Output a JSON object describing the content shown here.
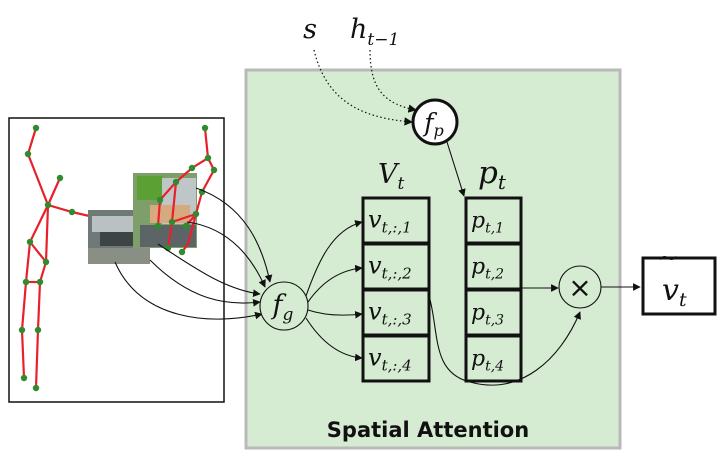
{
  "inputs": {
    "s": "s",
    "h_base": "h",
    "h_sub": "t−1"
  },
  "fp": {
    "base": "f",
    "sub": "p"
  },
  "fg": {
    "base": "f",
    "sub": "g"
  },
  "V_header": {
    "base": "V",
    "sub": "t"
  },
  "P_header": {
    "base": "p",
    "sub": "t"
  },
  "v_cells": [
    {
      "base": "v",
      "sub": "t,:,1"
    },
    {
      "base": "v",
      "sub": "t,:,2"
    },
    {
      "base": "v",
      "sub": "t,:,3"
    },
    {
      "base": "v",
      "sub": "t,:,4"
    }
  ],
  "p_cells": [
    {
      "base": "p",
      "sub": "t,1"
    },
    {
      "base": "p",
      "sub": "t,2"
    },
    {
      "base": "p",
      "sub": "t,3"
    },
    {
      "base": "p",
      "sub": "t,4"
    }
  ],
  "multiply": "×",
  "output": {
    "base": "v",
    "sub": "t",
    "accent": "~"
  },
  "panel_title": "Spatial Attention",
  "colors": {
    "panel_fill": "#d6ecd2",
    "panel_border": "#b9b9b9",
    "skeleton": "#e8202a",
    "joint": "#2e8b2e",
    "stroke": "#111111"
  }
}
